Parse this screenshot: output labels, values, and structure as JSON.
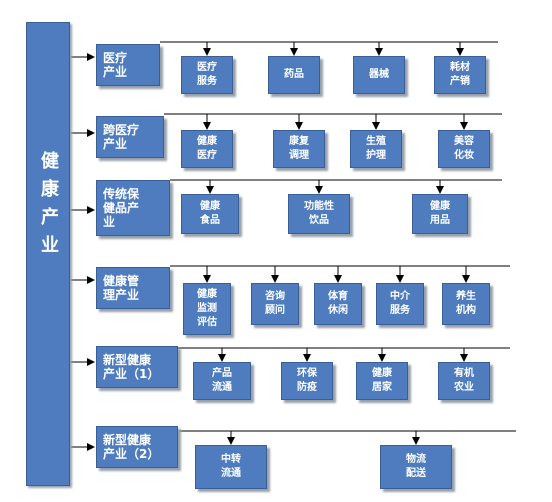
{
  "root": "健康产业",
  "categories": [
    {
      "label": "医疗\n产业",
      "leaves": [
        "医疗\n服务",
        "药品",
        "器械",
        "耗材\n产销"
      ]
    },
    {
      "label": "跨医疗\n产业",
      "leaves": [
        "健康\n医疗",
        "康复\n调理",
        "生殖\n护理",
        "美容\n化妆"
      ]
    },
    {
      "label": "传统保\n健品产\n业",
      "leaves": [
        "健康\n食品",
        "功能性\n饮品",
        "健康\n用品"
      ]
    },
    {
      "label": "健康管\n理产业",
      "leaves": [
        "健康\n监测\n评估",
        "咨询\n顾问",
        "体育\n休闲",
        "中介\n服务",
        "养生\n机构"
      ]
    },
    {
      "label": "新型健康\n产业（1）",
      "leaves": [
        "产品\n流通",
        "环保\n防疫",
        "健康\n居家",
        "有机\n农业"
      ]
    },
    {
      "label": "新型健康\n产业（2）",
      "leaves": [
        "中转\n流通",
        "物流\n配送"
      ]
    }
  ]
}
